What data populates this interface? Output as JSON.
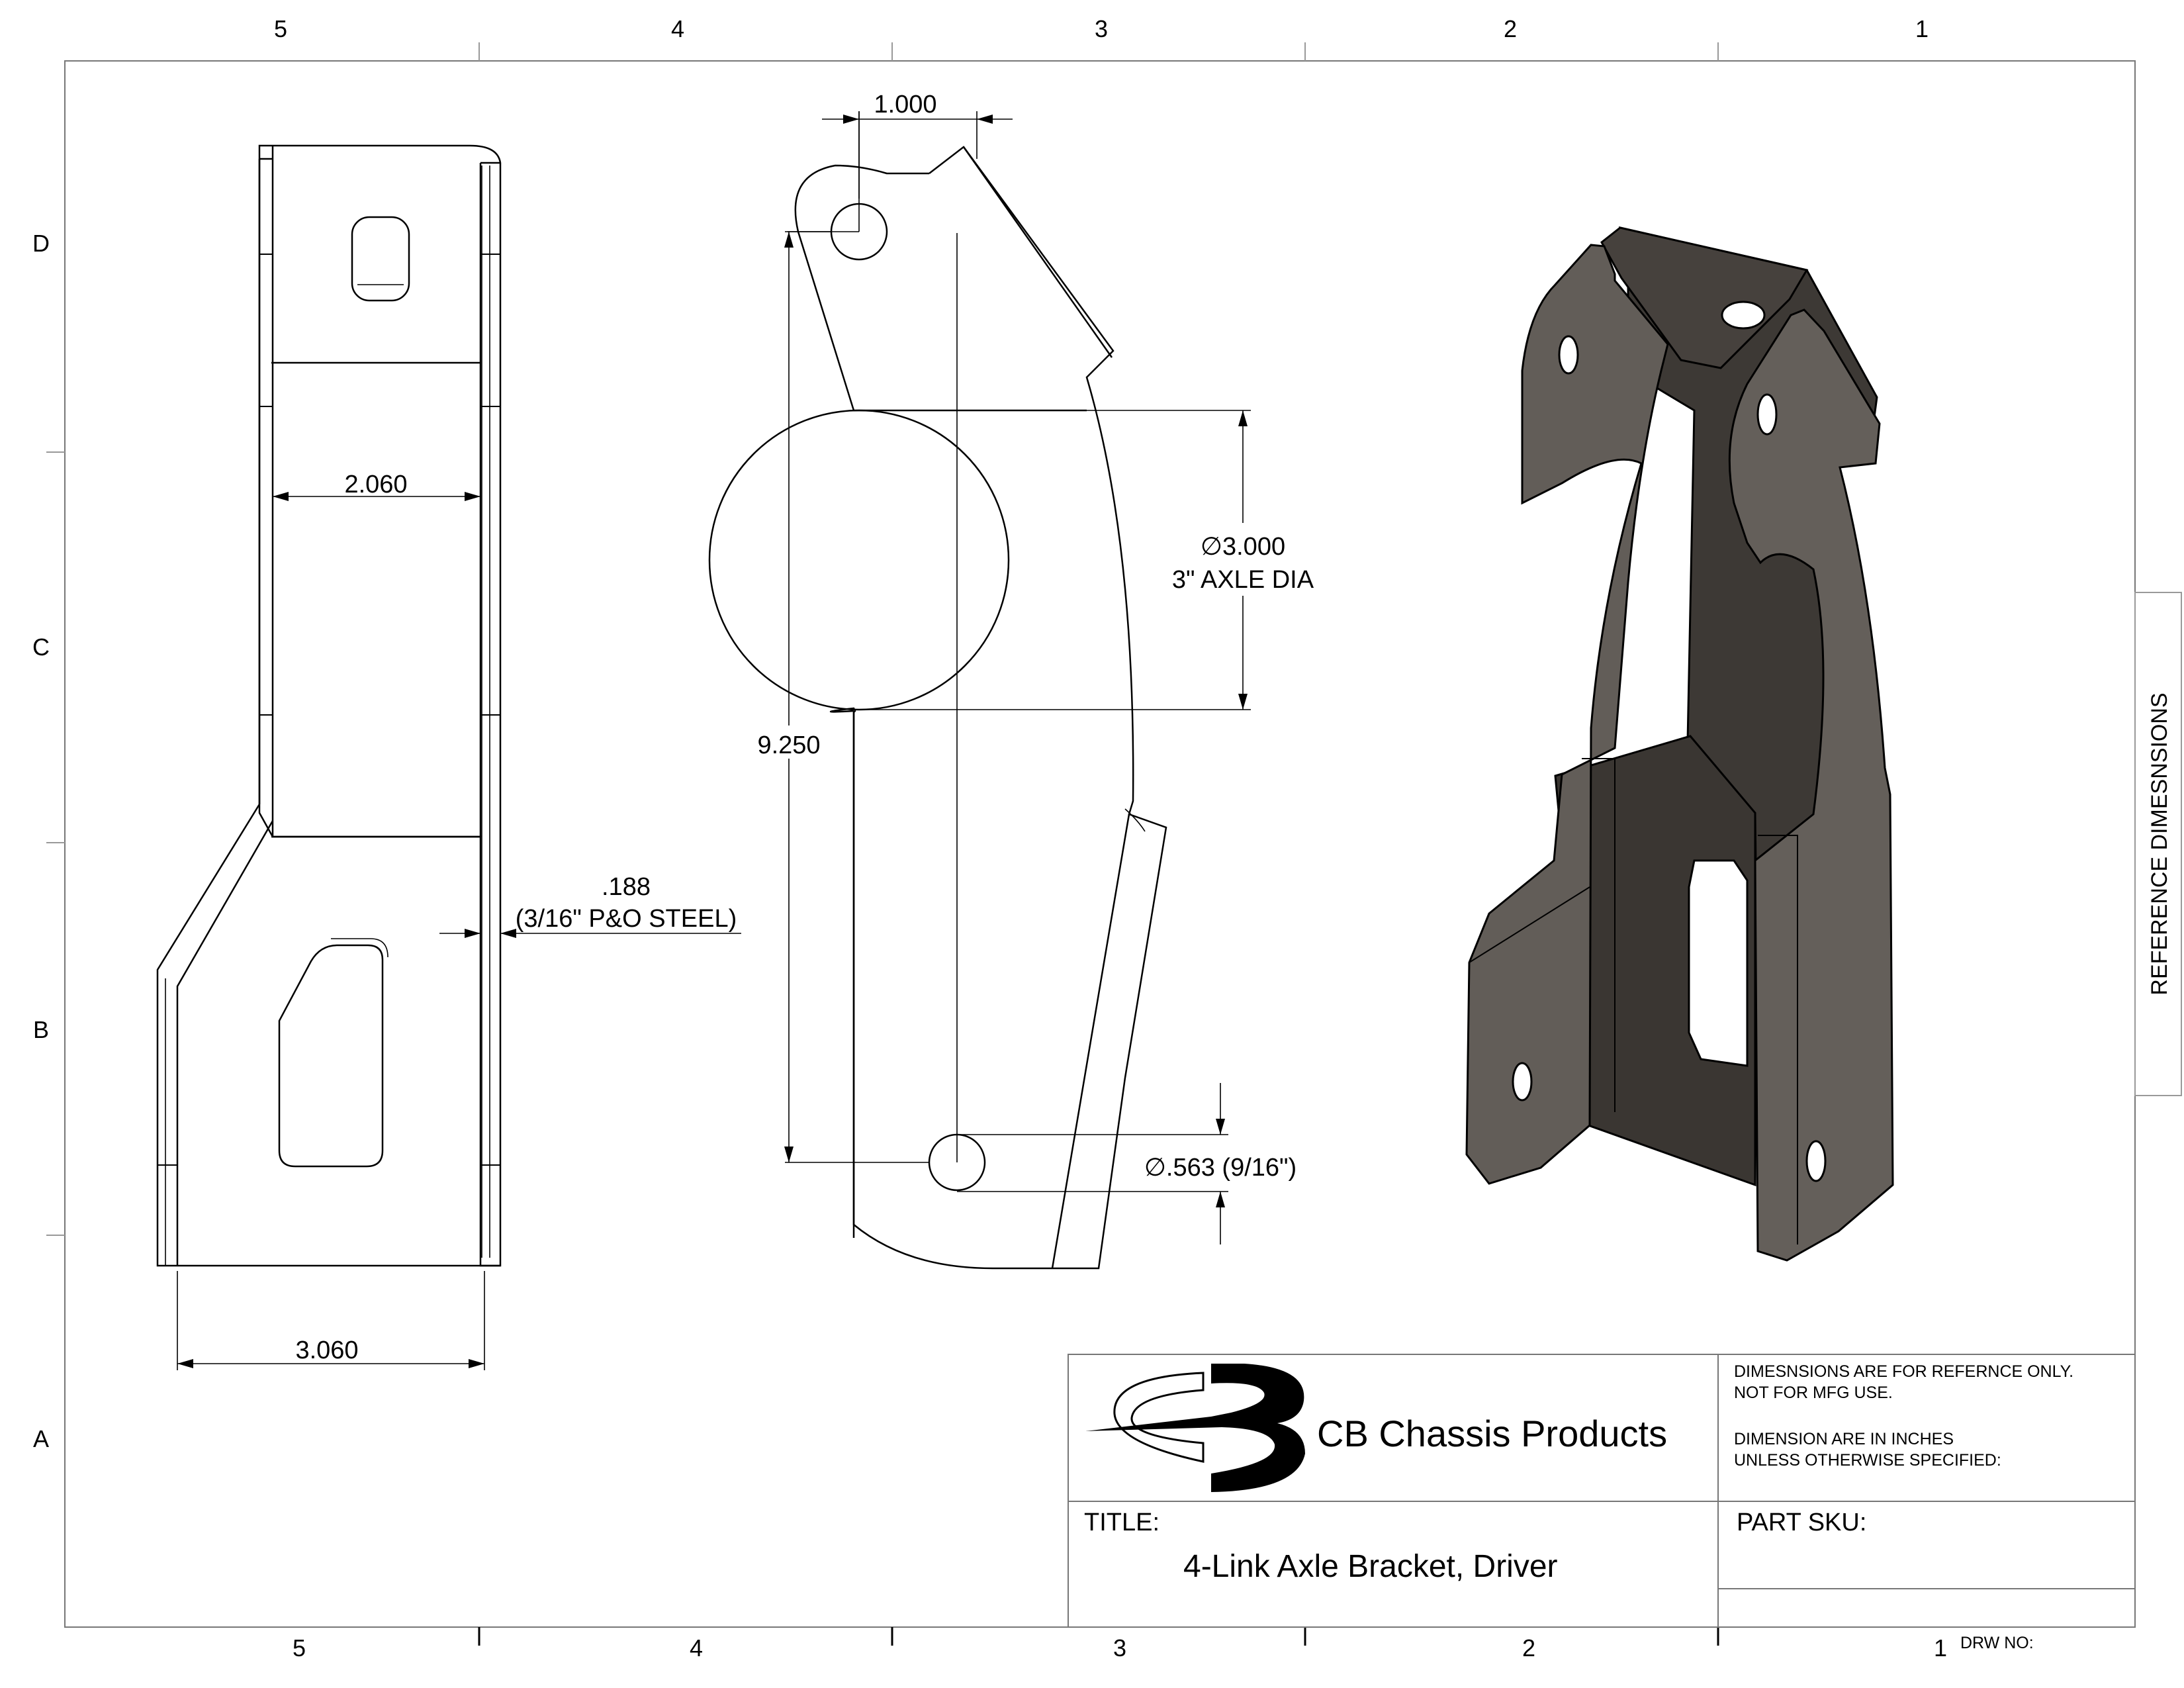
{
  "zones": {
    "top": [
      "5",
      "4",
      "3",
      "2",
      "1"
    ],
    "bottom": [
      "5",
      "4",
      "3",
      "2",
      "1"
    ],
    "left": [
      "D",
      "C",
      "B",
      "A"
    ]
  },
  "side_tab": {
    "label": "REFERENCE DIMESNSIONS"
  },
  "dimensions": {
    "front_width_top": "2.060",
    "front_width_bottom": "3.060",
    "thickness_value": ".188",
    "thickness_note": "(3/16\" P&O STEEL)",
    "hole_offset": "1.000",
    "axle_diameter": "∅3.000",
    "axle_note": "3\" AXLE DIA",
    "overall_height": "9.250",
    "hole_diameter": "∅.563 (9/16\")"
  },
  "title_block": {
    "company": "CB Chassis Products",
    "notes_line1": "DIMESNSIONS ARE FOR REFERNCE ONLY.",
    "notes_line2": "NOT FOR MFG USE.",
    "notes_line3": "DIMENSION ARE IN INCHES",
    "notes_line4": "UNLESS OTHERWISE SPECIFIED:",
    "title_label": "TITLE:",
    "title_value": "4-Link Axle Bracket, Driver",
    "part_sku_label": "PART SKU:",
    "drw_no_label": "DRW NO:"
  },
  "colors": {
    "plate_face": "#615c57",
    "plate_dark": "#3d3935",
    "plate_light": "#8a847e"
  }
}
